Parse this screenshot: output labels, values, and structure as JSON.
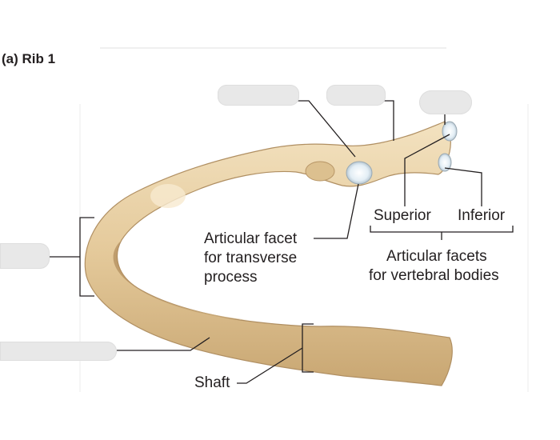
{
  "figure": {
    "title": "(a) Rib 1"
  },
  "labels": {
    "superior": "Superior",
    "inferior": "Inferior",
    "facet_transverse": [
      "Articular facet",
      "for transverse",
      "process"
    ],
    "facets_vertebral": [
      "Articular facets",
      "for vertebral bodies"
    ],
    "shaft": "Shaft"
  },
  "answer_blanks": {
    "count": 5,
    "state": "empty"
  },
  "colors": {
    "bone": "#e8cfa3",
    "bone_shadow": "#b79566",
    "leader_line": "#231f20",
    "blank_fill": "#e8e8e8"
  }
}
